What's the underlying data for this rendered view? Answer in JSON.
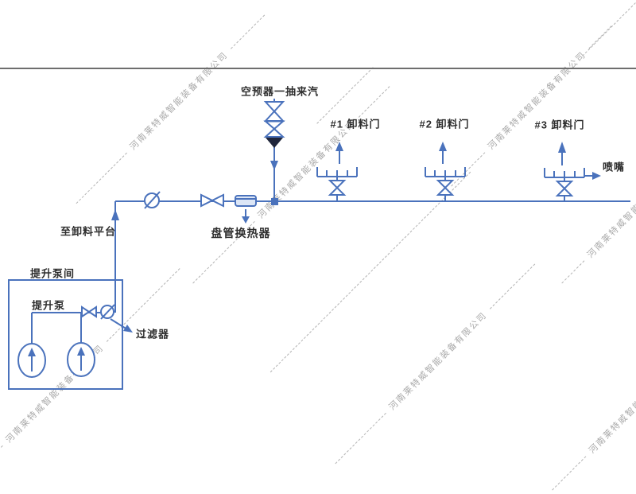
{
  "diagram": {
    "colors": {
      "pipe": "#4a72bc",
      "label": "#2e2e2e",
      "watermark": "#a9a9a9",
      "frame_line": "#6e6e6e",
      "check_triangle": "#20263b",
      "exchanger_fill": "#dce6f6"
    },
    "labels": {
      "steam_source": "空预器一抽来汽",
      "to_unloading_platform": "至卸料平台",
      "coil_heat_exchanger": "盘管换热器",
      "pump_room": "提升泵间",
      "lift_pump": "提升泵",
      "filter": "过滤器",
      "nozzle": "喷嘴"
    },
    "gates": [
      {
        "label": "#1 卸料门"
      },
      {
        "label": "#2 卸料门"
      },
      {
        "label": "#3 卸料门"
      }
    ],
    "watermark_text": "河南莱特威智能装备有限公司"
  }
}
